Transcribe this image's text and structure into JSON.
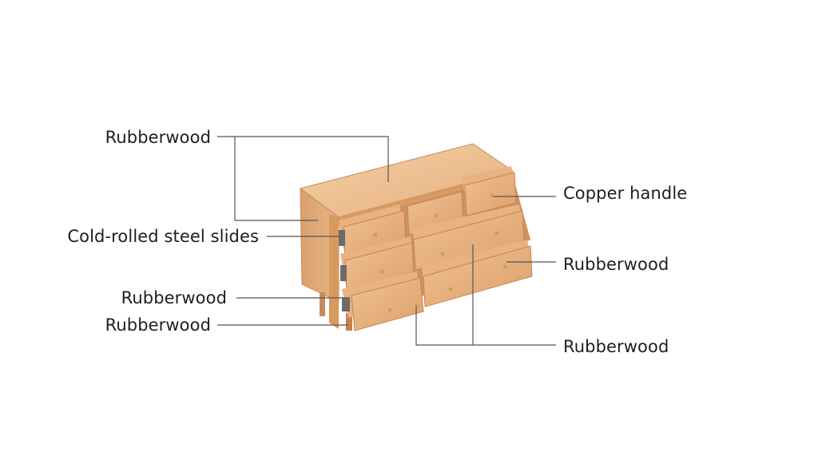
{
  "labels": {
    "top_left": "Rubberwood",
    "slides": "Cold-rolled steel slides",
    "mid_left": "Rubberwood",
    "bottom_left": "Rubberwood",
    "handle": "Copper handle",
    "mid_right": "Rubberwood",
    "bottom_right": "Rubberwood"
  },
  "colors": {
    "wood_light": "#f0c597",
    "wood_mid": "#e3a877",
    "wood_dark": "#c98a58",
    "wood_shadow": "#a8683b",
    "drawer_inner": "#e9b383",
    "handle": "#c9a062",
    "leader_line": "#555555",
    "text": "#1e1e1e"
  }
}
